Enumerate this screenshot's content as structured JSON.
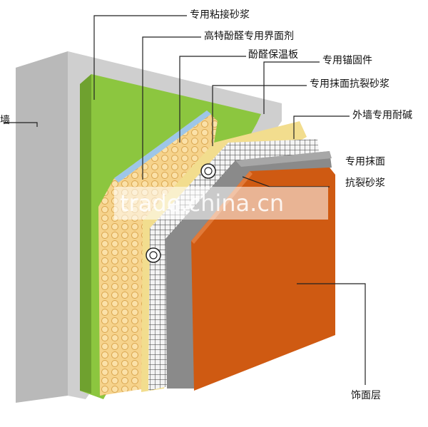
{
  "diagram": {
    "labels": {
      "base_wall": "墙",
      "adhesive_mortar": "专用粘接砂浆",
      "interface_agent": "高特酚醛专用界面剂",
      "phenolic_board": "酚醛保温板",
      "anchor": "专用锚固件",
      "crack_resistant_mortar": "专用抹面抗裂砂浆",
      "alkali_mesh": "外墙专用耐碱",
      "plaster_line1": "专用抹面",
      "plaster_line2": "抗裂砂浆",
      "finish_layer": "饰面层"
    },
    "watermark": "trade.china.cn",
    "colors": {
      "wall": "#c9c9c9",
      "adhesive": "#8cc63f",
      "board": "#f3cf85",
      "mortar": "#f2dd8e",
      "mesh": "#e9e9e9",
      "plaster": "#8a8a8a",
      "finish": "#cf5a12"
    }
  }
}
